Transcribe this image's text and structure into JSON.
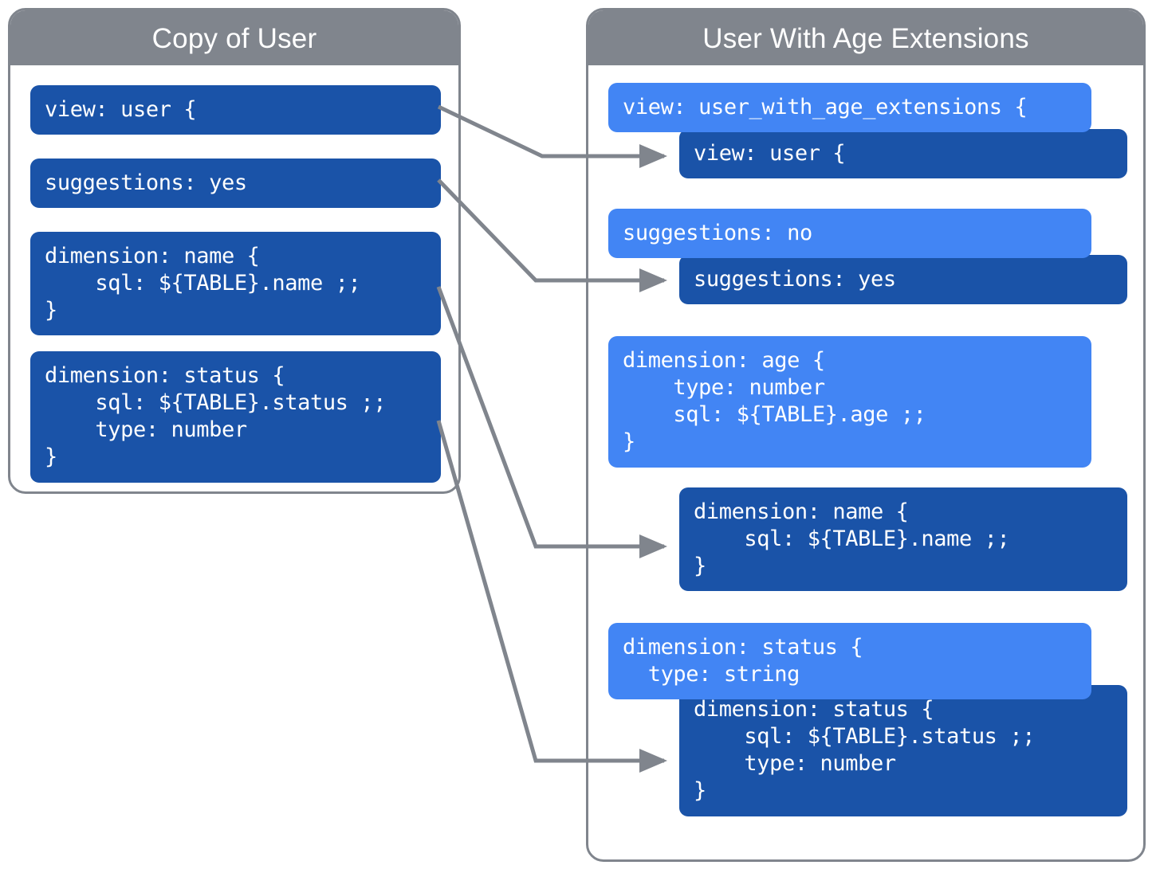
{
  "left_panel": {
    "title": "Copy of User",
    "blocks": [
      {
        "name": "view-block",
        "text": "view: user {"
      },
      {
        "name": "suggestions-block",
        "text": "suggestions: yes"
      },
      {
        "name": "dimension-name-block",
        "text": "dimension: name {\n    sql: ${TABLE}.name ;;\n}"
      },
      {
        "name": "dimension-status-block",
        "text": "dimension: status {\n    sql: ${TABLE}.status ;;\n    type: number\n}"
      }
    ]
  },
  "right_panel": {
    "title": "User With Age Extensions",
    "blocks": [
      {
        "name": "view-extension-block",
        "variant": "light",
        "text": "view: user_with_age_extensions {"
      },
      {
        "name": "view-inherited-block",
        "variant": "dark",
        "text": "view: user {"
      },
      {
        "name": "suggestions-override-block",
        "variant": "light",
        "text": "suggestions: no"
      },
      {
        "name": "suggestions-inherited-block",
        "variant": "dark",
        "text": "suggestions: yes"
      },
      {
        "name": "dimension-age-block",
        "variant": "light",
        "text": "dimension: age {\n    type: number\n    sql: ${TABLE}.age ;;\n}"
      },
      {
        "name": "dimension-name-inherited-block",
        "variant": "dark",
        "text": "dimension: name {\n    sql: ${TABLE}.name ;;\n}"
      },
      {
        "name": "dimension-status-override-block",
        "variant": "light",
        "text": "dimension: status {\n  type: string"
      },
      {
        "name": "dimension-status-inherited-block",
        "variant": "dark",
        "text": "dimension: status {\n    sql: ${TABLE}.status ;;\n    type: number\n}"
      }
    ]
  },
  "connectors": [
    {
      "name": "connector-view",
      "from": "view-block",
      "to": "view-inherited-block"
    },
    {
      "name": "connector-suggestions",
      "from": "suggestions-block",
      "to": "suggestions-inherited-block"
    },
    {
      "name": "connector-name",
      "from": "dimension-name-block",
      "to": "dimension-name-inherited-block"
    },
    {
      "name": "connector-status",
      "from": "dimension-status-block",
      "to": "dimension-status-inherited-block"
    }
  ],
  "colors": {
    "header_gray": "#80858d",
    "code_dark_blue": "#1a53a8",
    "code_light_blue": "#4285f4",
    "connector_gray": "#80858d",
    "text_white": "#ffffff",
    "background": "#ffffff"
  }
}
